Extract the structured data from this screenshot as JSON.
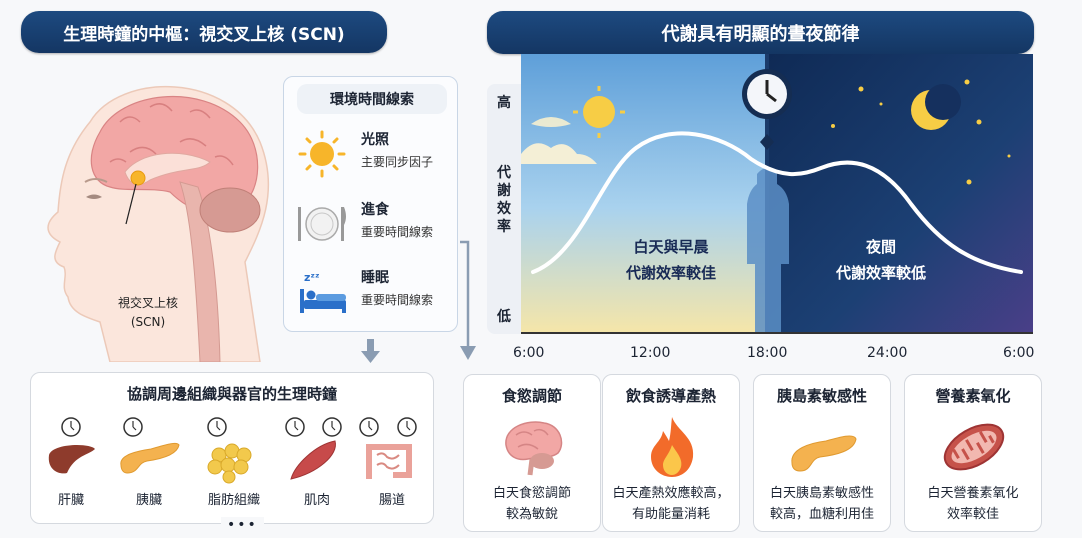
{
  "left_title": "生理時鐘的中樞：視交叉上核 (SCN)",
  "right_title": "代謝具有明顯的晝夜節律",
  "head": {
    "label_line1": "視交叉上核",
    "label_line2": "(SCN)"
  },
  "cues": {
    "title": "環境時間線索",
    "items": [
      {
        "icon": "sun-icon",
        "name": "光照",
        "desc": "主要同步因子"
      },
      {
        "icon": "fork-plate-knife-icon",
        "name": "進食",
        "desc": "重要時間線索"
      },
      {
        "icon": "bed-sleep-icon",
        "name": "睡眠",
        "desc": "重要時間線索"
      }
    ]
  },
  "organs": {
    "title": "協調周邊組織與器官的生理時鐘",
    "items": [
      {
        "label": "肝臟",
        "icon": "liver-icon",
        "clocks": 1
      },
      {
        "label": "胰臟",
        "icon": "pancreas-icon",
        "clocks": 1
      },
      {
        "label": "脂肪組織",
        "icon": "adipose-icon",
        "clocks": 1
      },
      {
        "label": "肌肉",
        "icon": "muscle-icon",
        "clocks": 2
      },
      {
        "label": "腸道",
        "icon": "intestine-icon",
        "clocks": 2
      }
    ],
    "more": "•••"
  },
  "chart": {
    "y_high": "高",
    "y_label": [
      "代",
      "謝",
      "效",
      "率"
    ],
    "y_low": "低",
    "x_ticks": [
      "6:00",
      "12:00",
      "18:00",
      "24:00",
      "6:00"
    ],
    "day_label": [
      "白天與早晨",
      "代謝效率較佳"
    ],
    "night_label": [
      "夜間",
      "代謝效率較低"
    ]
  },
  "chart_data": {
    "type": "line",
    "title": "代謝具有明顯的晝夜節律",
    "xlabel": "",
    "ylabel": "代謝效率",
    "x": [
      "6:00",
      "9:00",
      "12:00",
      "15:00",
      "18:00",
      "21:00",
      "24:00",
      "3:00",
      "6:00"
    ],
    "series": [
      {
        "name": "代謝效率 (qualitative, 0=低, 1=高)",
        "values": [
          0.15,
          0.55,
          0.85,
          0.78,
          0.62,
          0.66,
          0.55,
          0.28,
          0.15
        ]
      }
    ],
    "ylim": [
      0,
      1
    ],
    "y_tick_labels": [
      "低",
      "高"
    ],
    "annotations": [
      "白天與早晨 代謝效率較佳",
      "夜間 代謝效率較低"
    ],
    "grid": false
  },
  "effects": [
    {
      "title": "食慾調節",
      "icon": "brain-icon",
      "desc": [
        "白天食慾調節",
        "較為敏銳"
      ]
    },
    {
      "title": "飲食誘導產熱",
      "icon": "flame-icon",
      "desc": [
        "白天產熱效應較高，",
        "有助能量消耗"
      ]
    },
    {
      "title": "胰島素敏感性",
      "icon": "pancreas-icon",
      "desc": [
        "白天胰島素敏感性",
        "較高，血糖利用佳"
      ]
    },
    {
      "title": "營養素氧化",
      "icon": "mitochondria-icon",
      "desc": [
        "白天營養素氧化",
        "效率較佳"
      ]
    }
  ]
}
